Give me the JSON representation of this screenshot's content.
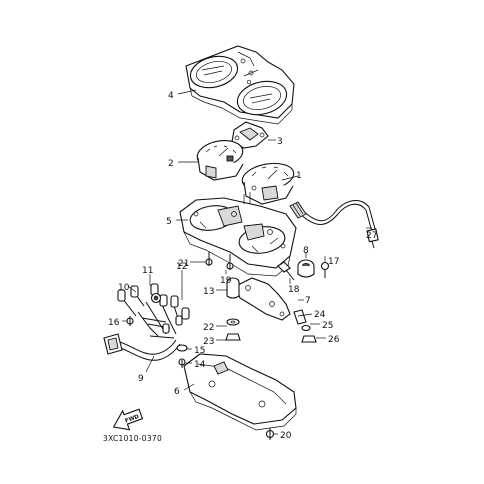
{
  "diagram": {
    "callouts": [
      "1",
      "2",
      "3",
      "4",
      "5",
      "6",
      "7",
      "8",
      "9",
      "10",
      "11",
      "12",
      "13",
      "14",
      "15",
      "16",
      "17",
      "18",
      "19",
      "20",
      "21",
      "22",
      "23",
      "24",
      "25",
      "26",
      "27"
    ],
    "drawing_code": "3XC1010-0370",
    "forward_arrow_label": "FWD"
  }
}
